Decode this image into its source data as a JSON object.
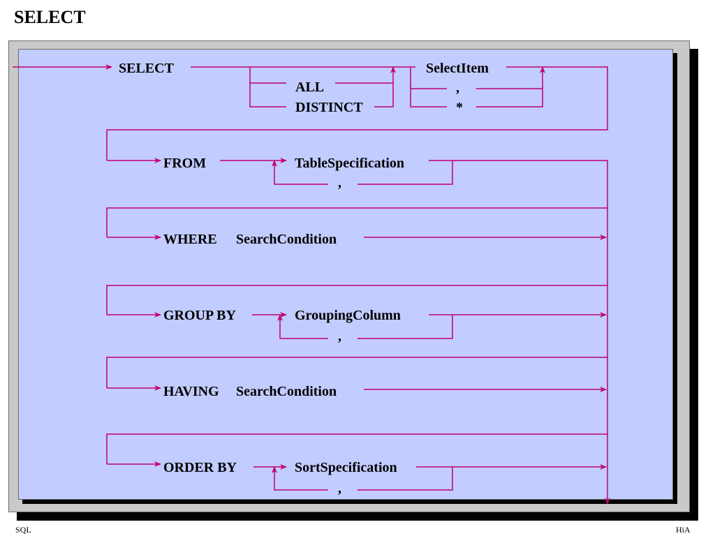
{
  "title": "SELECT",
  "footer": {
    "left": "SQL",
    "right": "HiA"
  },
  "diagram": {
    "select_kw": "SELECT",
    "all_kw": "ALL",
    "distinct_kw": "DISTINCT",
    "select_item": "SelectItem",
    "comma": ",",
    "star": "*",
    "from_kw": "FROM",
    "table_spec": "TableSpecification",
    "where_kw": "WHERE",
    "search_condition": "SearchCondition",
    "group_by_kw": "GROUP BY",
    "grouping_column": "GroupingColumn",
    "having_kw": "HAVING",
    "order_by_kw": "ORDER BY",
    "sort_spec": "SortSpecification"
  },
  "colors": {
    "line": "#c0006f",
    "panel": "#c2ccff",
    "frame": "#c9c9c9"
  }
}
